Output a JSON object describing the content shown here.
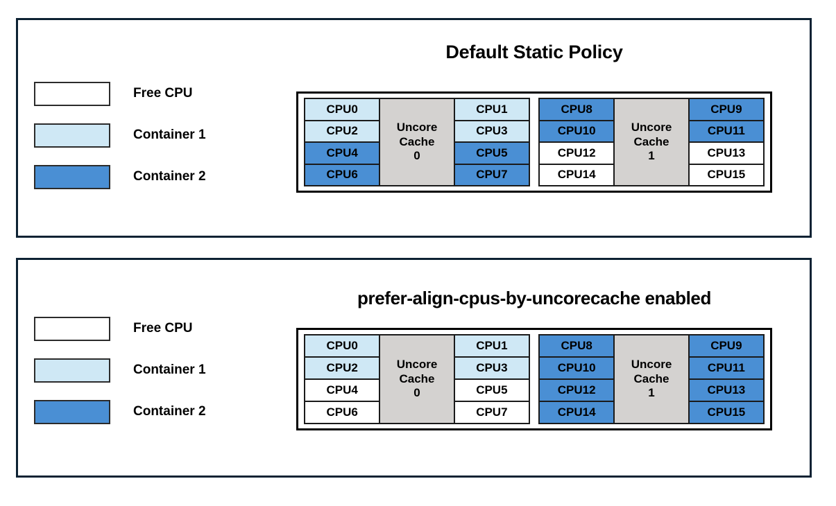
{
  "colors": {
    "free_cpu": "#ffffff",
    "container1": "#cfe8f5",
    "container2": "#4a8fd4",
    "uncore_cache": "#d4d2d0",
    "panel_border": "#0d2233",
    "cell_border": "#1a1a1a"
  },
  "legend": {
    "rows": [
      {
        "key": "free",
        "label": "Free CPU",
        "swatch_class": "c-free"
      },
      {
        "key": "container1",
        "label": "Container 1",
        "swatch_class": "c-one"
      },
      {
        "key": "container2",
        "label": "Container 2",
        "swatch_class": "c-two"
      }
    ]
  },
  "panels": [
    {
      "id": "default-static-policy",
      "title": "Default Static Policy",
      "groups": [
        {
          "cache_label_lines": [
            "Uncore",
            "Cache",
            "0"
          ],
          "cache_index": "0",
          "left_column": [
            {
              "label": "CPU0",
              "owner": "container1"
            },
            {
              "label": "CPU2",
              "owner": "container1"
            },
            {
              "label": "CPU4",
              "owner": "container2"
            },
            {
              "label": "CPU6",
              "owner": "container2"
            }
          ],
          "right_column": [
            {
              "label": "CPU1",
              "owner": "container1"
            },
            {
              "label": "CPU3",
              "owner": "container1"
            },
            {
              "label": "CPU5",
              "owner": "container2"
            },
            {
              "label": "CPU7",
              "owner": "container2"
            }
          ]
        },
        {
          "cache_label_lines": [
            "Uncore",
            "Cache",
            "1"
          ],
          "cache_index": "1",
          "left_column": [
            {
              "label": "CPU8",
              "owner": "container2"
            },
            {
              "label": "CPU10",
              "owner": "container2"
            },
            {
              "label": "CPU12",
              "owner": "free"
            },
            {
              "label": "CPU14",
              "owner": "free"
            }
          ],
          "right_column": [
            {
              "label": "CPU9",
              "owner": "container2"
            },
            {
              "label": "CPU11",
              "owner": "container2"
            },
            {
              "label": "CPU13",
              "owner": "free"
            },
            {
              "label": "CPU15",
              "owner": "free"
            }
          ]
        }
      ]
    },
    {
      "id": "prefer-align-cpus-by-uncorecache",
      "title": "prefer-align-cpus-by-uncorecache enabled",
      "groups": [
        {
          "cache_label_lines": [
            "Uncore",
            "Cache",
            "0"
          ],
          "cache_index": "0",
          "left_column": [
            {
              "label": "CPU0",
              "owner": "container1"
            },
            {
              "label": "CPU2",
              "owner": "container1"
            },
            {
              "label": "CPU4",
              "owner": "free"
            },
            {
              "label": "CPU6",
              "owner": "free"
            }
          ],
          "right_column": [
            {
              "label": "CPU1",
              "owner": "container1"
            },
            {
              "label": "CPU3",
              "owner": "container1"
            },
            {
              "label": "CPU5",
              "owner": "free"
            },
            {
              "label": "CPU7",
              "owner": "free"
            }
          ]
        },
        {
          "cache_label_lines": [
            "Uncore",
            "Cache",
            "1"
          ],
          "cache_index": "1",
          "left_column": [
            {
              "label": "CPU8",
              "owner": "container2"
            },
            {
              "label": "CPU10",
              "owner": "container2"
            },
            {
              "label": "CPU12",
              "owner": "container2"
            },
            {
              "label": "CPU14",
              "owner": "container2"
            }
          ],
          "right_column": [
            {
              "label": "CPU9",
              "owner": "container2"
            },
            {
              "label": "CPU11",
              "owner": "container2"
            },
            {
              "label": "CPU13",
              "owner": "container2"
            },
            {
              "label": "CPU15",
              "owner": "container2"
            }
          ]
        }
      ]
    }
  ]
}
